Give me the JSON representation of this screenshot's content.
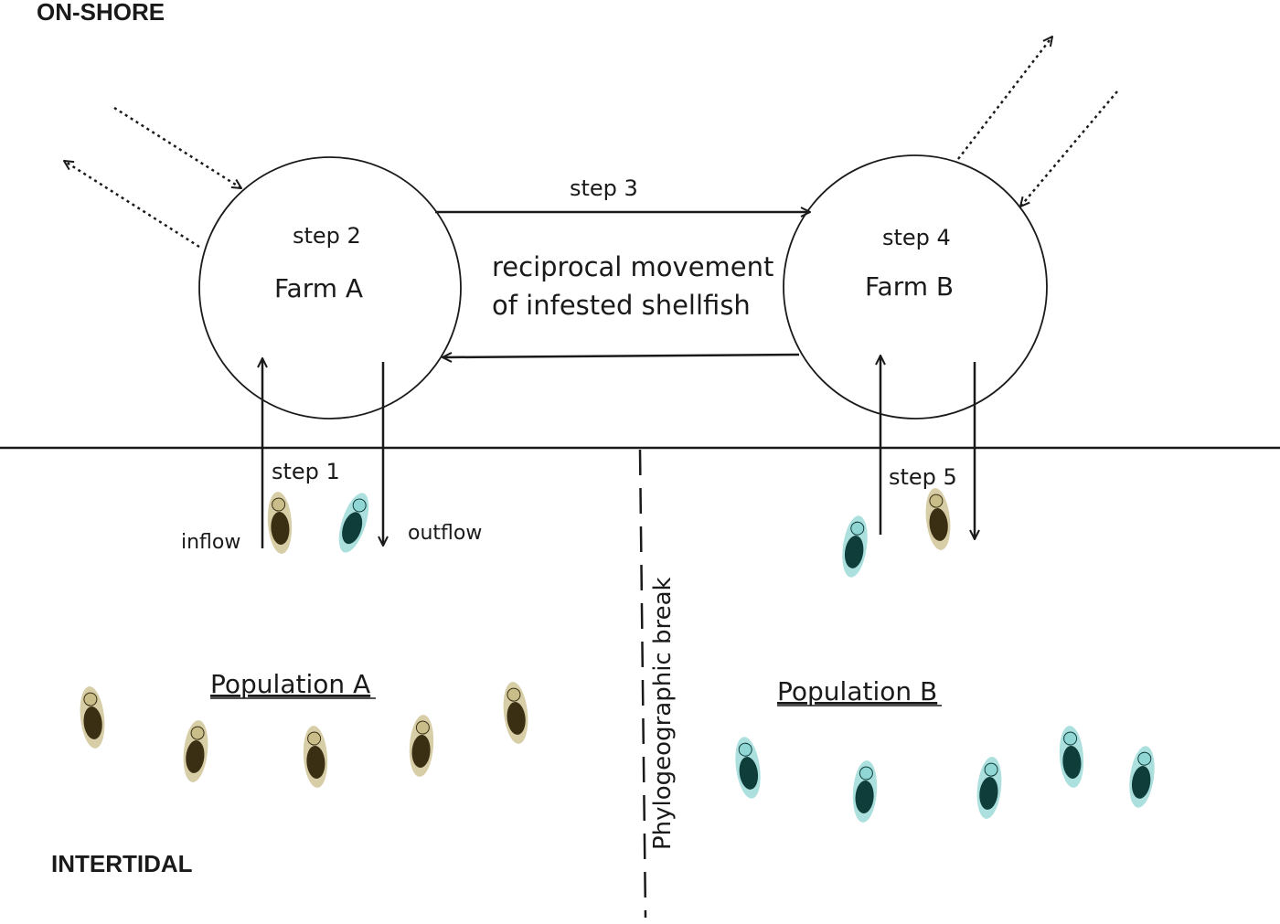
{
  "zones": {
    "top_label": "ON-SHORE",
    "bottom_label": "INTERTIDAL"
  },
  "farms": {
    "a": {
      "name": "Farm A",
      "step": "step 2"
    },
    "b": {
      "name": "Farm B",
      "step": "step 4"
    }
  },
  "steps": {
    "step1": "step 1",
    "step3": "step 3",
    "step5": "step 5"
  },
  "flows": {
    "inflow": "inflow",
    "outflow": "outflow"
  },
  "movement_text": {
    "line1": "reciprocal movement",
    "line2": "of infested shellfish"
  },
  "break_label": "Phylogeographic break",
  "populations": {
    "a": "Population A",
    "b": "Population B"
  },
  "colors": {
    "lineage_a": "#3a2f12",
    "lineage_a_halo": "#c9bd8a",
    "lineage_b": "#0f3d3a",
    "lineage_b_halo": "#8fd6d4"
  }
}
